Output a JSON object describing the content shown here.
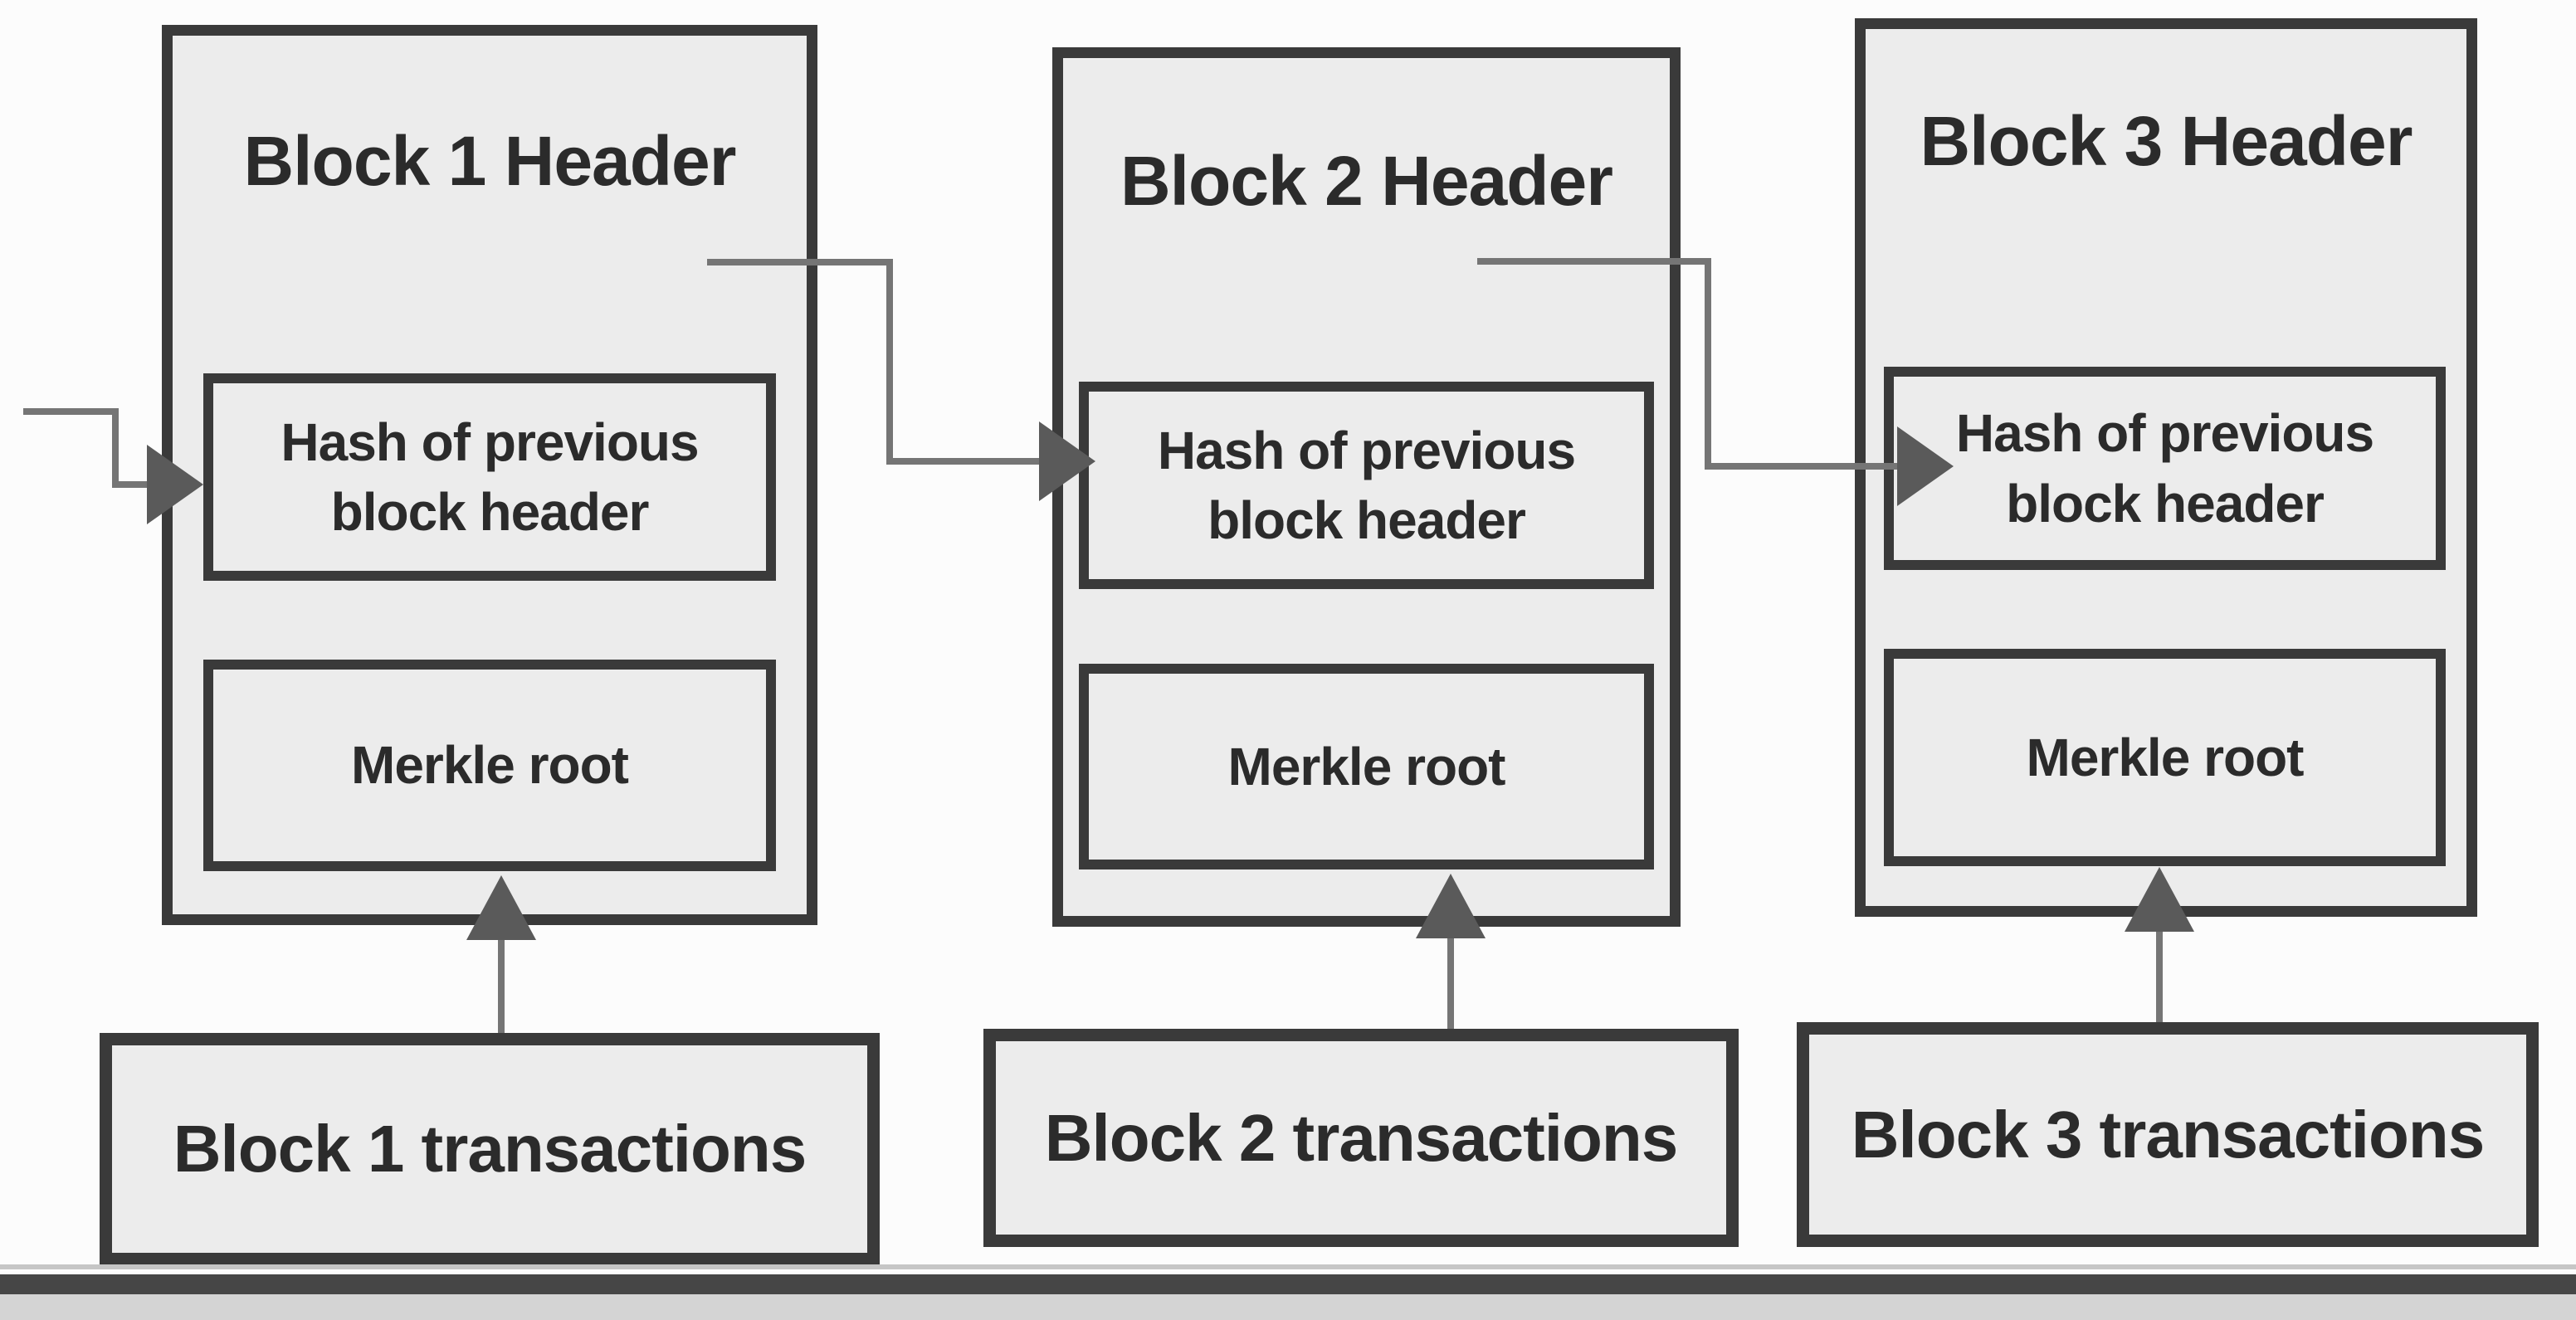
{
  "palette": {
    "background": "#fcfcfc",
    "box_fill": "#ececec",
    "border": "#3a3a3a",
    "connector_line": "#757575",
    "arrowhead": "#5a5a5a",
    "text": "#2b2b2b",
    "baseline_dark": "#464646",
    "baseline_light": "#c6c6c6",
    "baseline_under": "#d4d4d4"
  },
  "blocks": [
    {
      "header_title": "Block 1 Header",
      "hash_label": "Hash of previous block header",
      "merkle_label": "Merkle root",
      "transactions_label": "Block 1 transactions"
    },
    {
      "header_title": "Block 2 Header",
      "hash_label": "Hash of previous block header",
      "merkle_label": "Merkle root",
      "transactions_label": "Block 2 transactions"
    },
    {
      "header_title": "Block 3 Header",
      "hash_label": "Hash of previous block header",
      "merkle_label": "Merkle root",
      "transactions_label": "Block 3 transactions"
    }
  ]
}
